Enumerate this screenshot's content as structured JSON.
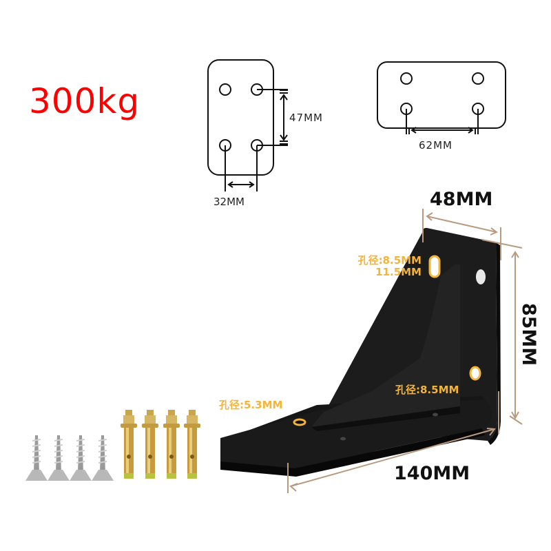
{
  "product": {
    "load_capacity": "300kg",
    "colors": {
      "load_text": "#ff0000",
      "annotation": "#f3b43a",
      "dimension_line": "#b89a80",
      "bracket": "#141414"
    }
  },
  "diagrams": {
    "vertical_plate": {
      "hole_spacing_vertical": "47MM",
      "hole_spacing_horizontal": "32MM"
    },
    "horizontal_plate": {
      "hole_spacing_horizontal": "62MM"
    }
  },
  "bracket": {
    "width": "48MM",
    "height": "85MM",
    "length": "140MM",
    "hole_notes": {
      "upper_slot": [
        "孔径:8.5MM",
        "11.5MM"
      ],
      "lower_hole": "孔径:8.5MM",
      "base_hole": "孔径:5.3MM"
    }
  },
  "hardware": {
    "wood_screws": {
      "count": 4,
      "icon": "screw-icon"
    },
    "expansion_bolts": {
      "count": 4,
      "icon": "expansion-bolt-icon"
    }
  }
}
